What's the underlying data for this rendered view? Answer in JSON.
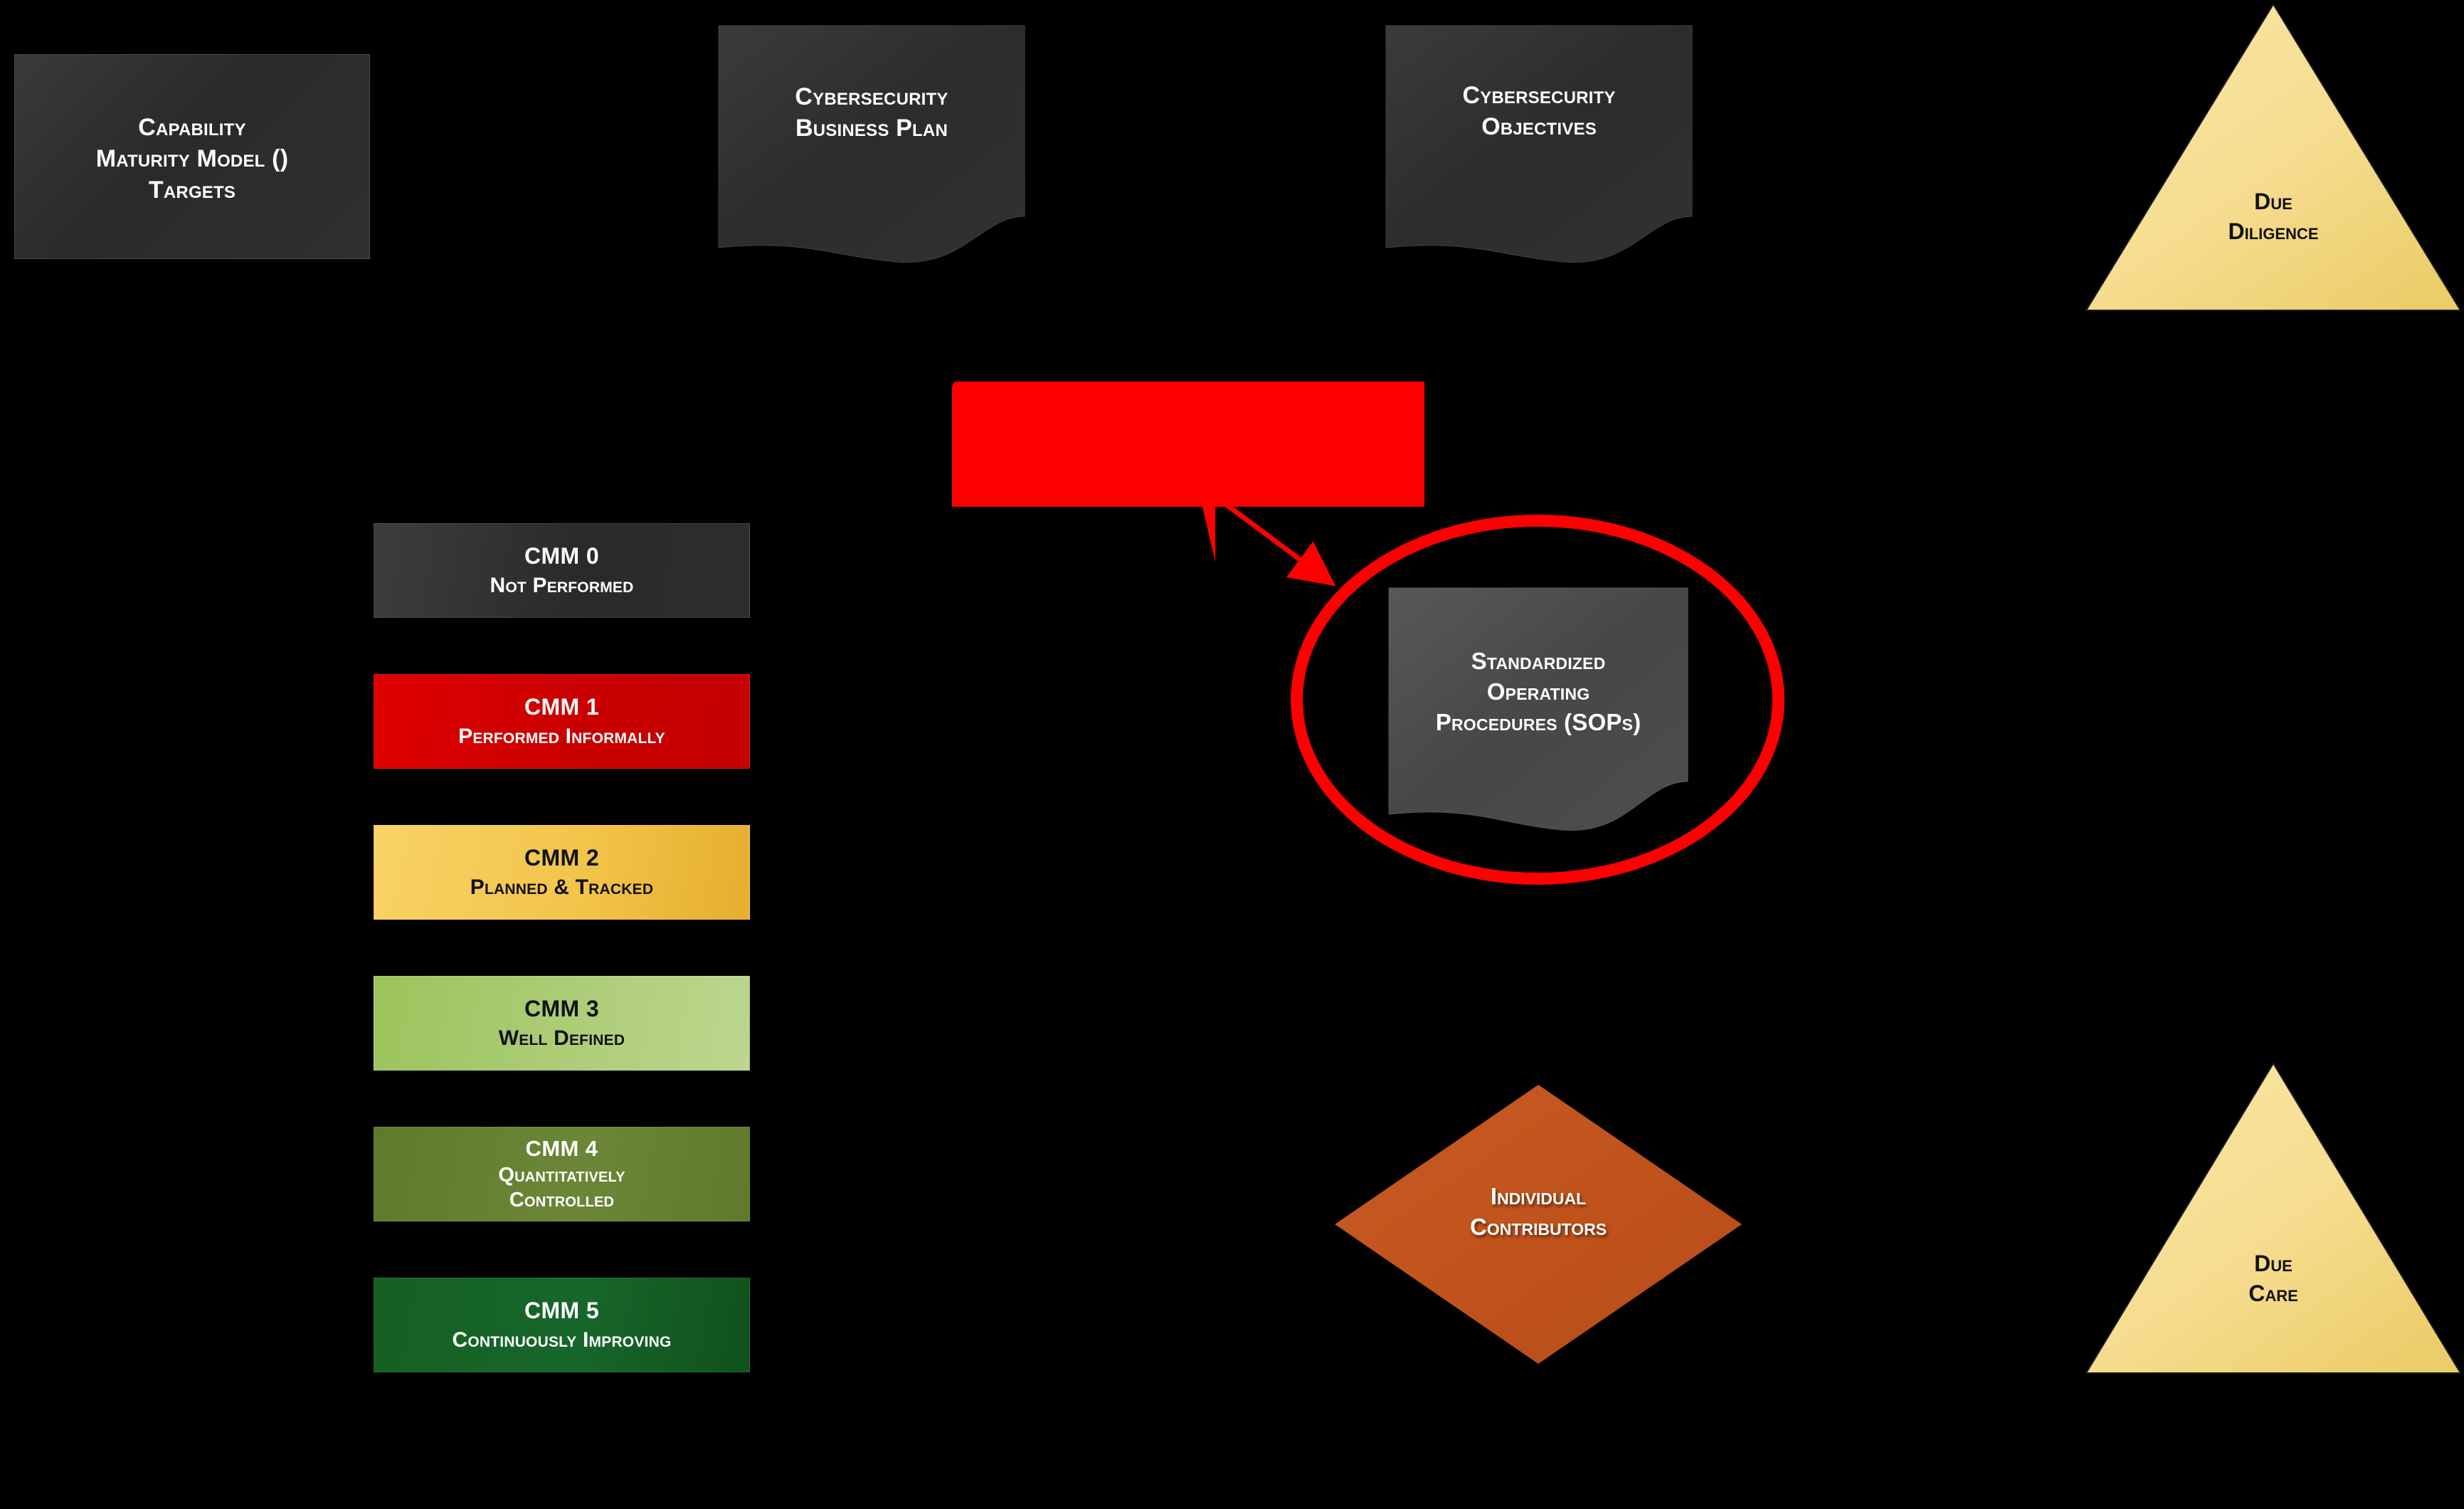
{
  "diagram": {
    "background_color": "#000000",
    "title_hidden": true
  },
  "top_shapes": {
    "cmm_targets": {
      "text": "Capability\nMaturity Model ()\nTargets",
      "lines": [
        "Capability",
        "Maturity Model ()",
        "Targets"
      ],
      "shape": "rectangle",
      "fill": "#2e2e2e",
      "text_color": "#ffffff"
    },
    "business_plan": {
      "text": "Cybersecurity\nBusiness Plan",
      "lines": [
        "Cybersecurity",
        "Business Plan"
      ],
      "shape": "document",
      "fill": "#2e2e2e",
      "text_color": "#ffffff"
    },
    "objectives": {
      "text": "Cybersecurity\nObjectives",
      "lines": [
        "Cybersecurity",
        "Objectives"
      ],
      "shape": "document",
      "fill": "#2e2e2e",
      "text_color": "#ffffff"
    },
    "due_diligence": {
      "text": "Due\nDiligence",
      "lines": [
        "Due",
        "Diligence"
      ],
      "shape": "triangle",
      "fill": "#f5dd8e",
      "text_color": "#111111"
    }
  },
  "cmm_legend": {
    "levels": [
      {
        "level": "CMM 0",
        "description": "Not Performed",
        "fill_start": "#3a3a3a",
        "fill_end": "#262626",
        "text_color": "#ffffff"
      },
      {
        "level": "CMM 1",
        "description": "Performed Informally",
        "fill_start": "#d60000",
        "fill_end": "#bb0000",
        "text_color": "#ffffff"
      },
      {
        "level": "CMM 2",
        "description": "Planned & Tracked",
        "fill_start": "#f4c githubc",
        "fill_start_hex": "#f6ce5a",
        "fill_end": "#e3aa29",
        "text_color": "#111111"
      },
      {
        "level": "CMM 3",
        "description": "Well Defined",
        "fill_start": "#a8c96a",
        "fill_end": "#b7d284",
        "text_color": "#111111"
      },
      {
        "level": "CMM 4",
        "description": "Quantitatively\nControlled",
        "fill_start": "#6b8234",
        "fill_end": "#5f7b2c",
        "text_color": "#ffffff"
      },
      {
        "level": "CMM 5",
        "description": "Continuously Improving",
        "fill_start": "#186024",
        "fill_end": "#14541f",
        "text_color": "#ffffff"
      }
    ]
  },
  "callout": {
    "text": "",
    "fill": "#ff0000",
    "shape": "rectangular-callout-with-pointer",
    "arrow_color": "#ff0000"
  },
  "center_shapes": {
    "sops": {
      "text": "Standardized\nOperating\nProcedures (SOPs)",
      "lines": [
        "Standardized",
        "Operating",
        "Procedures (SOPs)"
      ],
      "shape": "document",
      "fill": "#4d4d4d",
      "text_color": "#ffffff",
      "highlight": {
        "shape": "ellipse",
        "stroke_color": "#ff0000",
        "stroke_width": 17
      }
    },
    "individual_contributors": {
      "text": "Individual\nContributors",
      "lines": [
        "Individual",
        "Contributors"
      ],
      "shape": "diamond",
      "fill": "#c4551f",
      "text_color": "#ffffff"
    }
  },
  "bottom_shapes": {
    "due_care": {
      "text": "Due\nCare",
      "lines": [
        "Due",
        "Care"
      ],
      "shape": "triangle",
      "fill": "#f5dd8e",
      "text_color": "#111111"
    }
  }
}
